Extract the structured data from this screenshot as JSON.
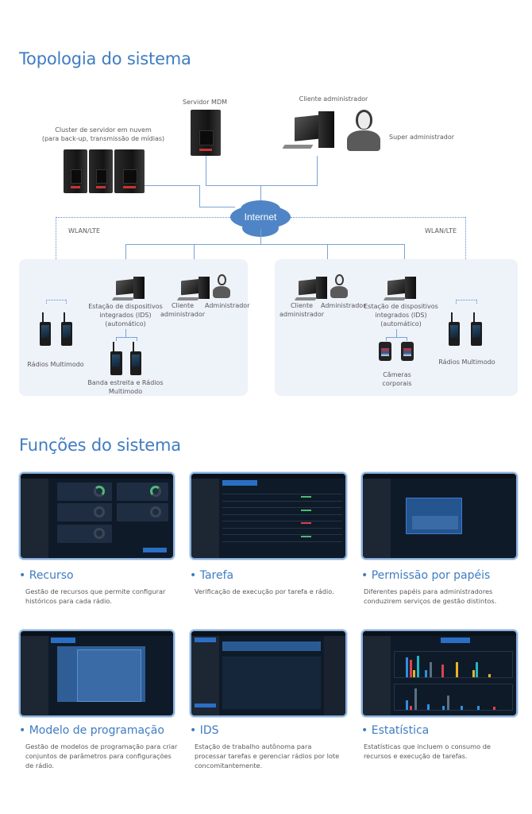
{
  "topology": {
    "title": "Topologia do sistema",
    "cloud_cluster": {
      "line1": "Cluster de servidor em nuvem",
      "line2": "(para back-up, transmissão de mídias)"
    },
    "mdm_server": "Servidor MDM",
    "admin_client_top": "Cliente administrador",
    "super_admin": "Super administrador",
    "internet": "Internet",
    "wlan_left": "WLAN/LTE",
    "wlan_right": "WLAN/LTE",
    "left_site": {
      "multimode_radios": "Rádios Multimodo",
      "ids": {
        "line1": "Estação de dispositivos",
        "line2": "integrados (IDS)",
        "line3": "(automático)"
      },
      "client": {
        "line1": "Cliente",
        "line2": "administrador"
      },
      "admin": "Administrador",
      "narrowband": {
        "line1": "Banda estreita e Rádios",
        "line2": "Multimodo"
      }
    },
    "right_site": {
      "client": {
        "line1": "Cliente",
        "line2": "administrador"
      },
      "admin": "Administrador",
      "ids": {
        "line1": "Estação de dispositivos",
        "line2": "integrados (IDS)",
        "line3": "(automático)"
      },
      "cameras": {
        "line1": "Câmeras",
        "line2": "corporais"
      },
      "multimode_radios": "Rádios Multimodo"
    }
  },
  "functions": {
    "title": "Funções do sistema",
    "bullet": "•",
    "items": [
      {
        "title": "Recurso",
        "desc": [
          "Gestão de recursos que permite configurar",
          "históricos para cada rádio."
        ]
      },
      {
        "title": "Tarefa",
        "desc": [
          "Verificação de execução por tarefa e rádio."
        ]
      },
      {
        "title": "Permissão por papéis",
        "desc": [
          "Diferentes papéis para administradores",
          "conduzirem serviços de gestão distintos."
        ]
      },
      {
        "title": "Modelo de programação",
        "desc": [
          "Gestão de modelos de programação para criar",
          "conjuntos de parâmetros para configurações",
          "de rádio."
        ]
      },
      {
        "title": "IDS",
        "desc": [
          "Estação de trabalho autônoma para",
          "processar tarefas e gerenciar rádios por lote",
          "concomitantemente."
        ]
      },
      {
        "title": "Estatística",
        "desc": [
          "Estatísticas que incluem o consumo de",
          "recursos e execução de tarefas."
        ]
      }
    ]
  },
  "colors": {
    "accent": "#3f7cc2",
    "cloud": "#4f85c6",
    "region_bg": "#eef2f9",
    "line": "#7aa4d6"
  }
}
